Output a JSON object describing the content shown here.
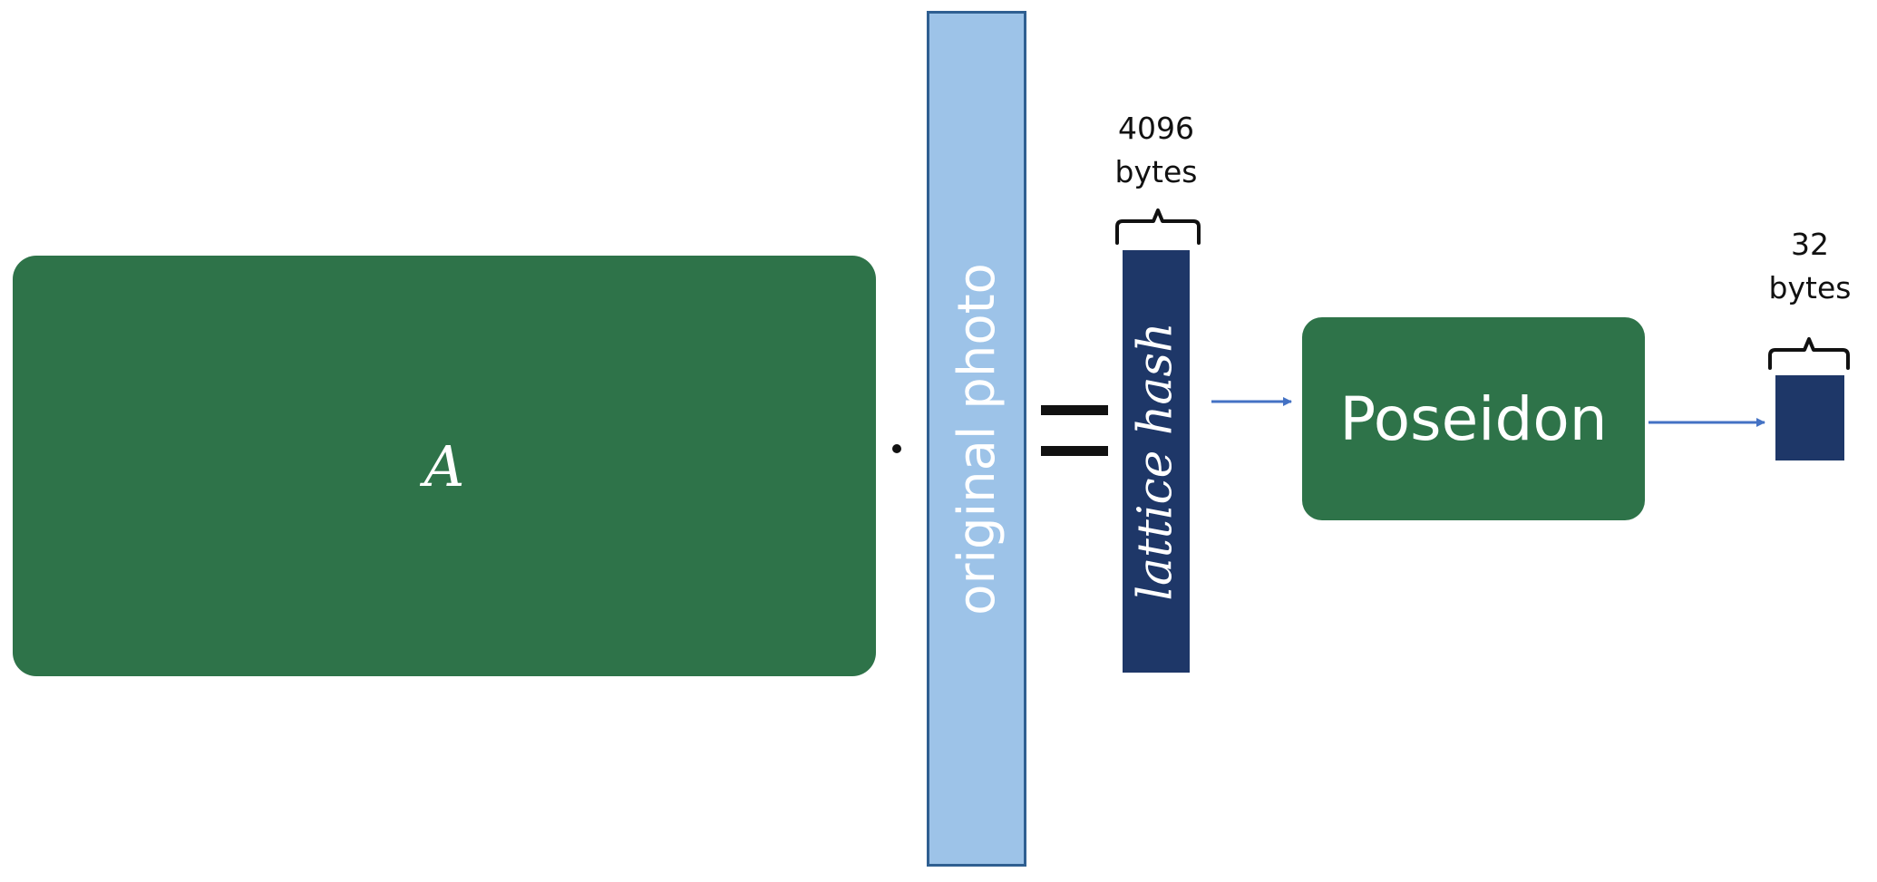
{
  "diagram": {
    "matrix_label": "A",
    "photo_label": "original photo",
    "lattice_label": "lattice hash",
    "lattice_size": {
      "value": "4096",
      "unit": "bytes"
    },
    "hash_function_label": "Poseidon",
    "output_size": {
      "value": "32",
      "unit": "bytes"
    }
  },
  "colors": {
    "green": "#2e7349",
    "light_blue": "#9dc3e8",
    "navy": "#1e3768",
    "arrow": "#4472c4"
  }
}
